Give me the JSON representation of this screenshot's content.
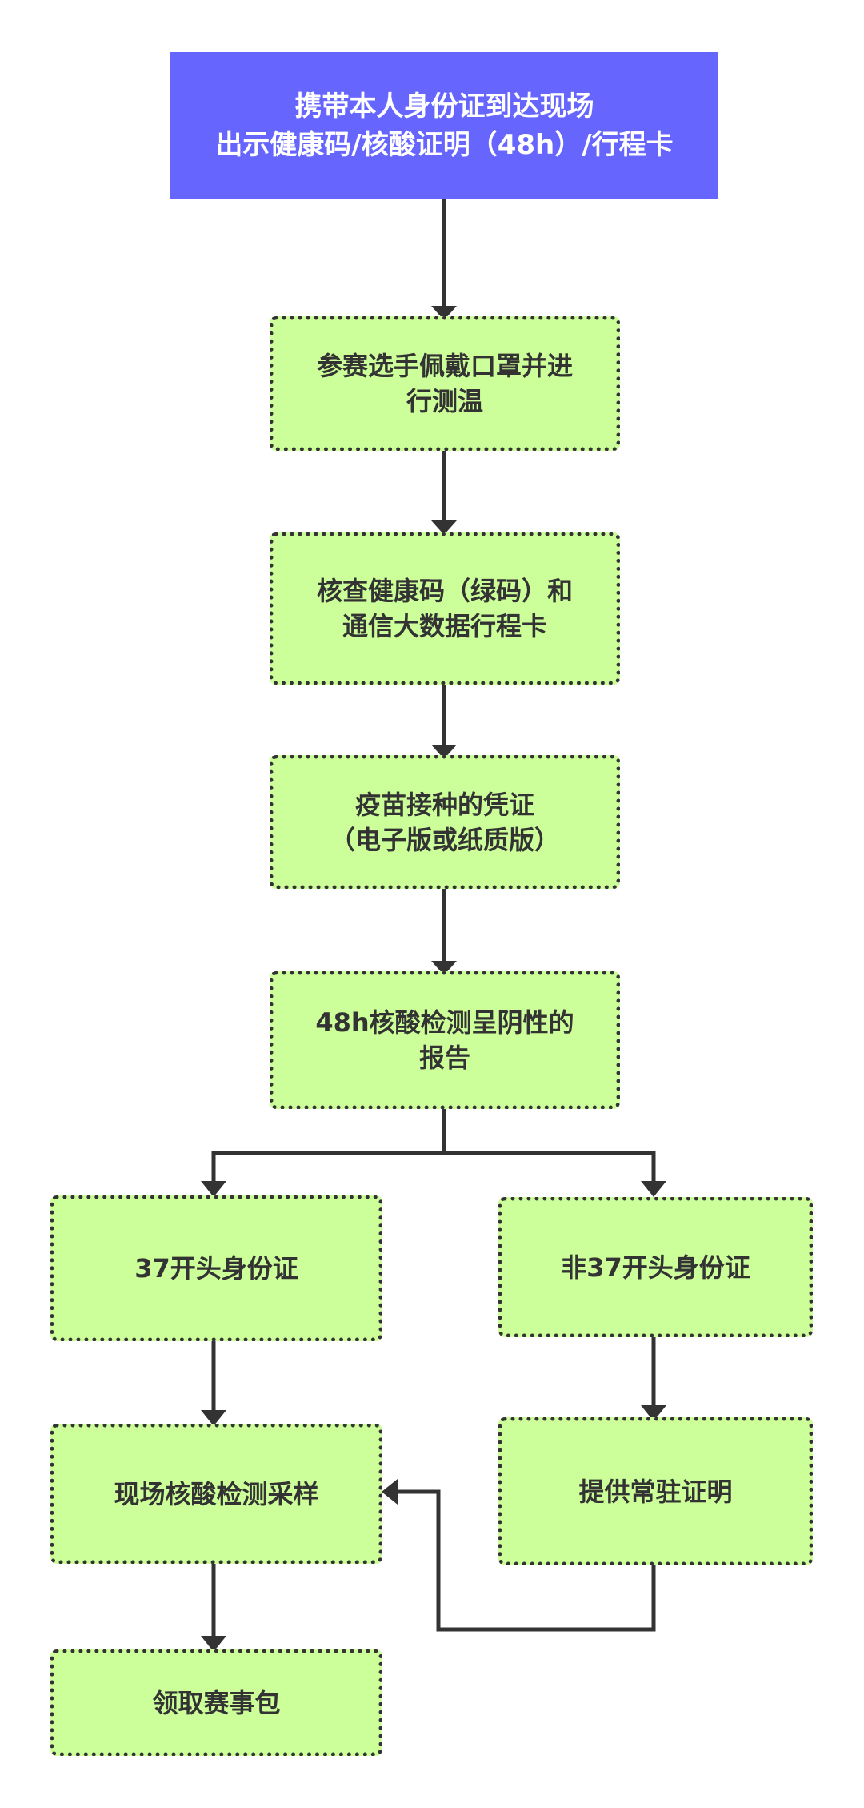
{
  "colors": {
    "start_fill": "#6666ff",
    "start_text": "#ffffff",
    "step_fill": "#ccff99",
    "step_border": "#333333",
    "connector": "#333333"
  },
  "nodes": {
    "start": [
      "携带本人身份证到达现场",
      "出示健康码/核酸证明（48h）/行程卡"
    ],
    "mask_temperature": [
      "参赛选手佩戴口罩并进",
      "行测温"
    ],
    "health_code_check": [
      "核查健康码（绿码）和",
      "通信大数据行程卡"
    ],
    "vaccination": [
      "疫苗接种的凭证",
      "（电子版或纸质版）"
    ],
    "nucleic_report": [
      "48h核酸检测呈阴性的",
      "报告"
    ],
    "id_37": [
      "37开头身份证"
    ],
    "id_non_37": [
      "非37开头身份证"
    ],
    "onsite_sampling": [
      "现场核酸检测采样"
    ],
    "residence_proof": [
      "提供常驻证明"
    ],
    "collect_package": [
      "领取赛事包"
    ]
  }
}
